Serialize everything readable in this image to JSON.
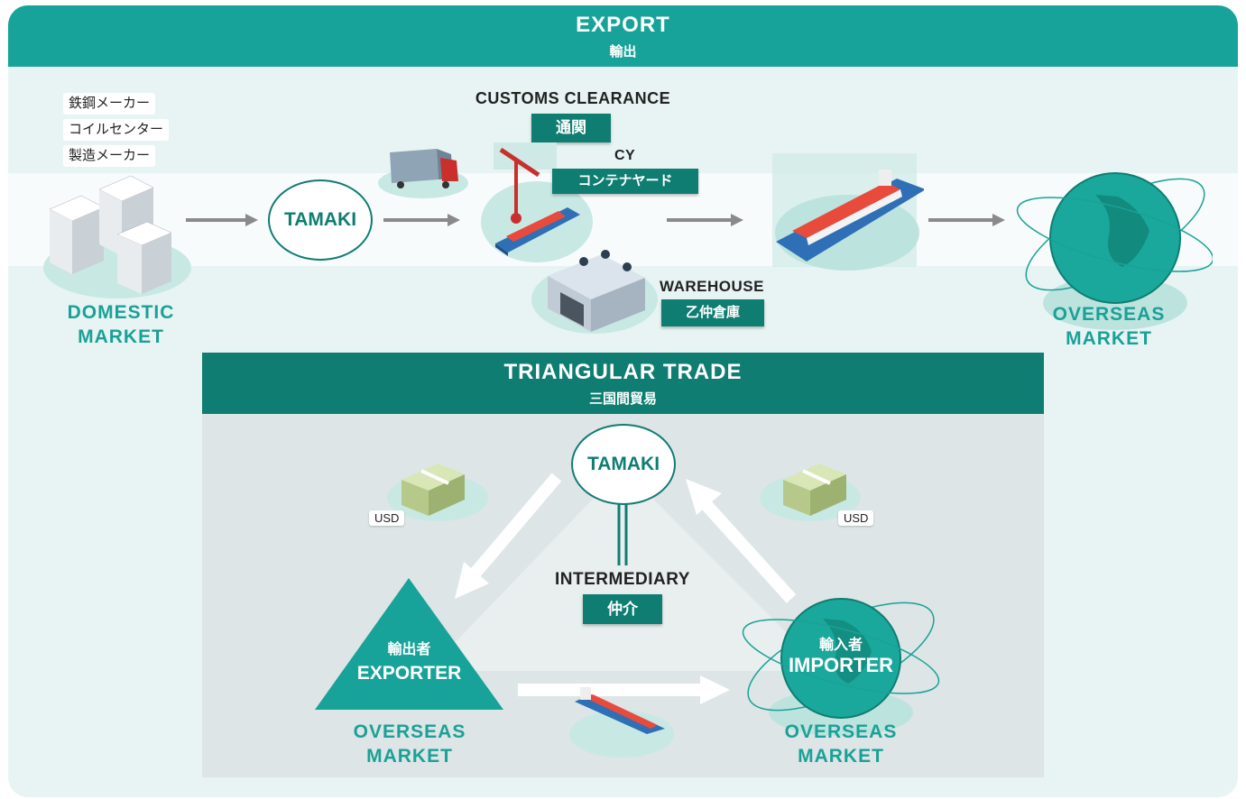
{
  "export_header": {
    "title_en": "EXPORT",
    "title_jp": "輸出"
  },
  "domestic": {
    "tags": [
      "鉄鋼メーカー",
      "コイルセンター",
      "製造メーカー"
    ],
    "market_line1": "DOMESTIC",
    "market_line2": "MARKET"
  },
  "tamaki_label": "TAMAKI",
  "customs": {
    "label_en": "CUSTOMS CLEARANCE",
    "label_jp": "通関"
  },
  "cy": {
    "label_en": "CY",
    "label_jp": "コンテナヤード"
  },
  "warehouse": {
    "label_en": "WAREHOUSE",
    "label_jp": "乙仲倉庫"
  },
  "overseas": {
    "line1": "OVERSEAS",
    "line2": "MARKET"
  },
  "triangular": {
    "title_en": "TRIANGULAR TRADE",
    "title_jp": "三国間貿易",
    "tamaki": "TAMAKI",
    "usd_left": "USD",
    "usd_right": "USD",
    "intermediary_en": "INTERMEDIARY",
    "intermediary_jp": "仲介",
    "exporter_jp": "輸出者",
    "exporter_en": "EXPORTER",
    "importer_jp": "輸入者",
    "importer_en": "IMPORTER",
    "left_market_line1": "OVERSEAS",
    "left_market_line2": "MARKET",
    "right_market_line1": "OVERSEAS",
    "right_market_line2": "MARKET"
  },
  "colors": {
    "teal": "#17a399",
    "dark_teal": "#0f7d72",
    "light_bg": "#e7f4f3"
  }
}
